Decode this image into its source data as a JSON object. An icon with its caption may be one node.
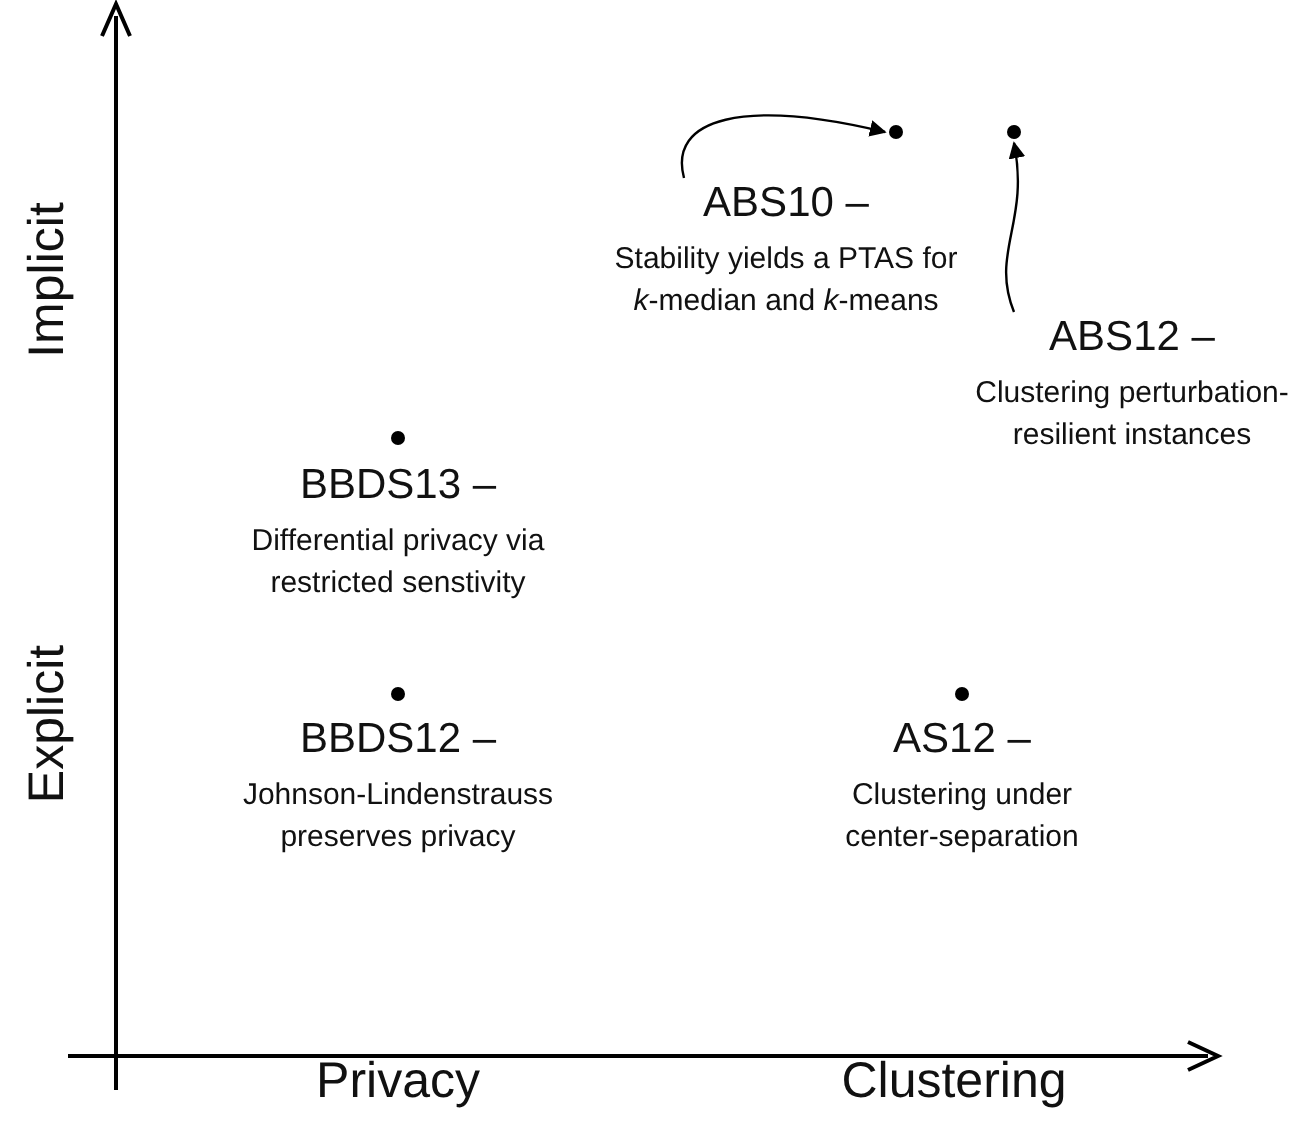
{
  "diagram": {
    "nodes": [
      {
        "text": [
          "ABS10 –",
          "Stability yields a PTAS for *k*-median and *k*-means"
        ]
      },
      {
        "text": [
          "ABS12 –",
          "Clustering perturbation-resilient instances"
        ]
      },
      {
        "text": [
          "BBDS13 –",
          "Differential privacy via restricted senstivity"
        ]
      },
      {
        "text": [
          "BBDS12 –",
          "Johnson-Lindenstrauss preserves privacy"
        ]
      },
      {
        "text": [
          "AS12 –",
          "Clustering under center-separation"
        ]
      },
      {
        "text": [],
        "shape": "circle"
      },
      {
        "text": [],
        "shape": "circle"
      },
      {
        "text": [],
        "shape": "circle"
      },
      {
        "text": [],
        "shape": "circle"
      },
      {
        "text": [],
        "shape": "circle"
      }
    ],
    "edges": [
      {
        "from": 0,
        "to": 5,
        "arrow": "to"
      },
      {
        "from": 1,
        "to": 6,
        "arrow": "to"
      }
    ],
    "labels": [
      "Implicit",
      "Explicit",
      "Privacy",
      "Clustering"
    ]
  }
}
